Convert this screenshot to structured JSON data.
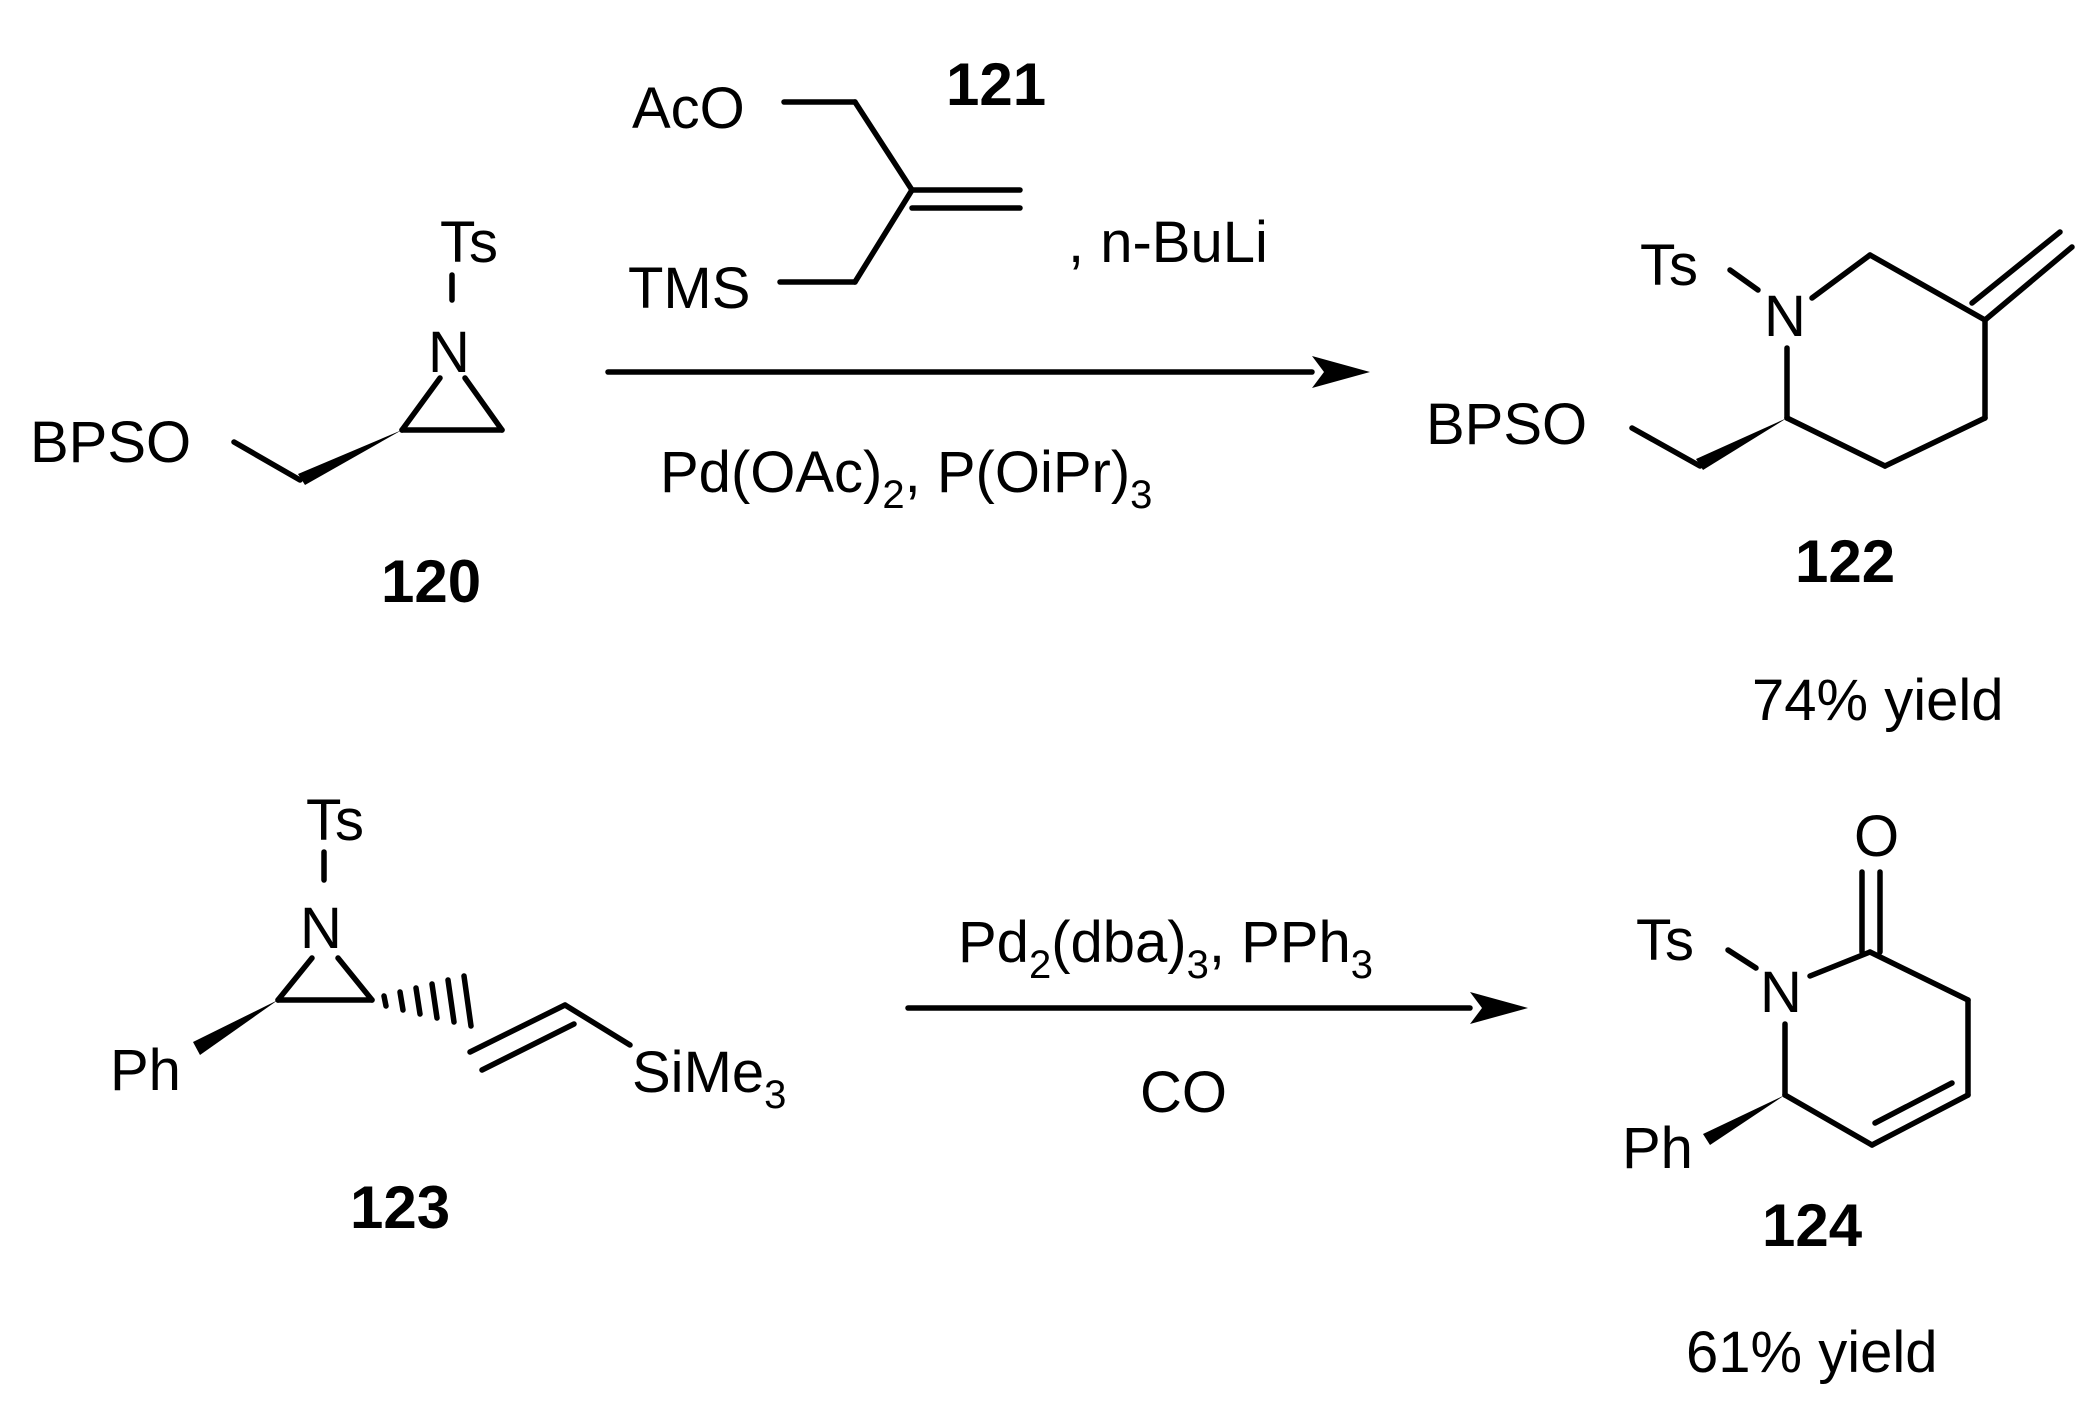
{
  "reaction1": {
    "reactant": {
      "number": "120",
      "atom_ts": "Ts",
      "atom_n": "N",
      "atom_bpso": "BPSO"
    },
    "reagent": {
      "number": "121",
      "atom_aco": "AcO",
      "atom_tms": "TMS",
      "extra": ", n-BuLi"
    },
    "conditions_below": {
      "pd": "Pd(OAc)",
      "pd_sub": "2",
      "ligand": ", P(OiPr)",
      "ligand_sub": "3"
    },
    "product": {
      "number": "122",
      "atom_ts": "Ts",
      "atom_n": "N",
      "atom_bpso": "BPSO",
      "yield": "74% yield"
    }
  },
  "reaction2": {
    "reactant": {
      "number": "123",
      "atom_ts": "Ts",
      "atom_n": "N",
      "atom_ph": "Ph",
      "atom_si": "SiMe",
      "atom_si_sub": "3"
    },
    "conditions_above": {
      "pd": "Pd",
      "pd_sub": "2",
      "dba": "(dba)",
      "dba_sub": "3",
      "ligand": ", PPh",
      "ligand_sub": "3"
    },
    "conditions_below": {
      "gas": "CO"
    },
    "product": {
      "number": "124",
      "atom_o": "O",
      "atom_ts": "Ts",
      "atom_n": "N",
      "atom_ph": "Ph",
      "yield": "61% yield"
    }
  }
}
